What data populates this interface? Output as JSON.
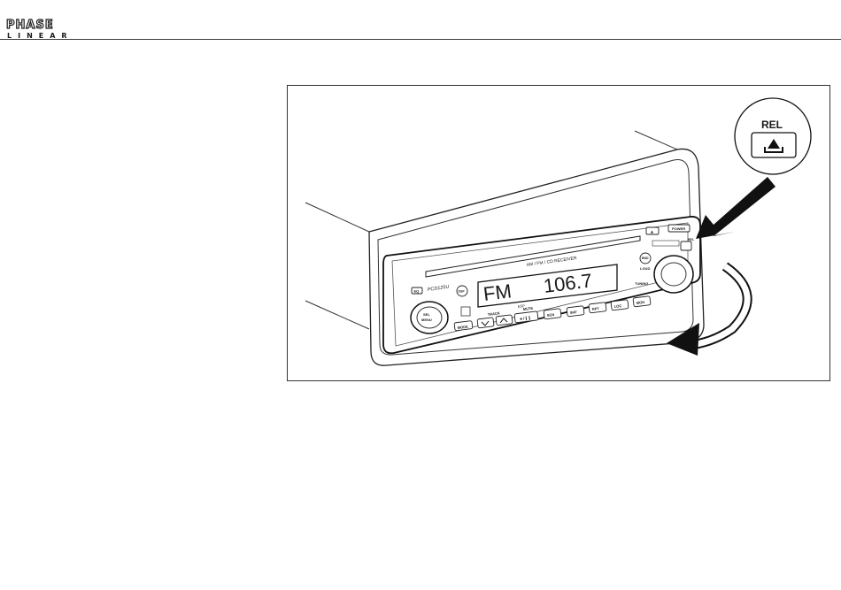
{
  "brand": {
    "line1": "PHASE",
    "line2": "LINEAR"
  },
  "figure": {
    "callout": {
      "label": "REL",
      "icon": "eject-icon"
    },
    "radio": {
      "model": "PCD125U",
      "band_label": "AM / FM / CD RECEIVER",
      "display_band": "FM",
      "display_freq": "106.7",
      "display_sub": "ESP",
      "buttons": {
        "dsp": "DSP",
        "eq": "EQ",
        "sel_menu_1": "SEL",
        "sel_menu_2": "MENU",
        "band": "BND",
        "loud": "LOUD",
        "tuning": "TUNING",
        "eject": "▲",
        "power": "POWER",
        "rel": "REL",
        "mode": "MODE",
        "track": "TRACK",
        "mute": "MUTE",
        "play": "►/❙❙",
        "scn": "SCN",
        "shf": "SHF",
        "rpt": "RPT",
        "loc": "LOC",
        "mon": "MON"
      }
    }
  }
}
